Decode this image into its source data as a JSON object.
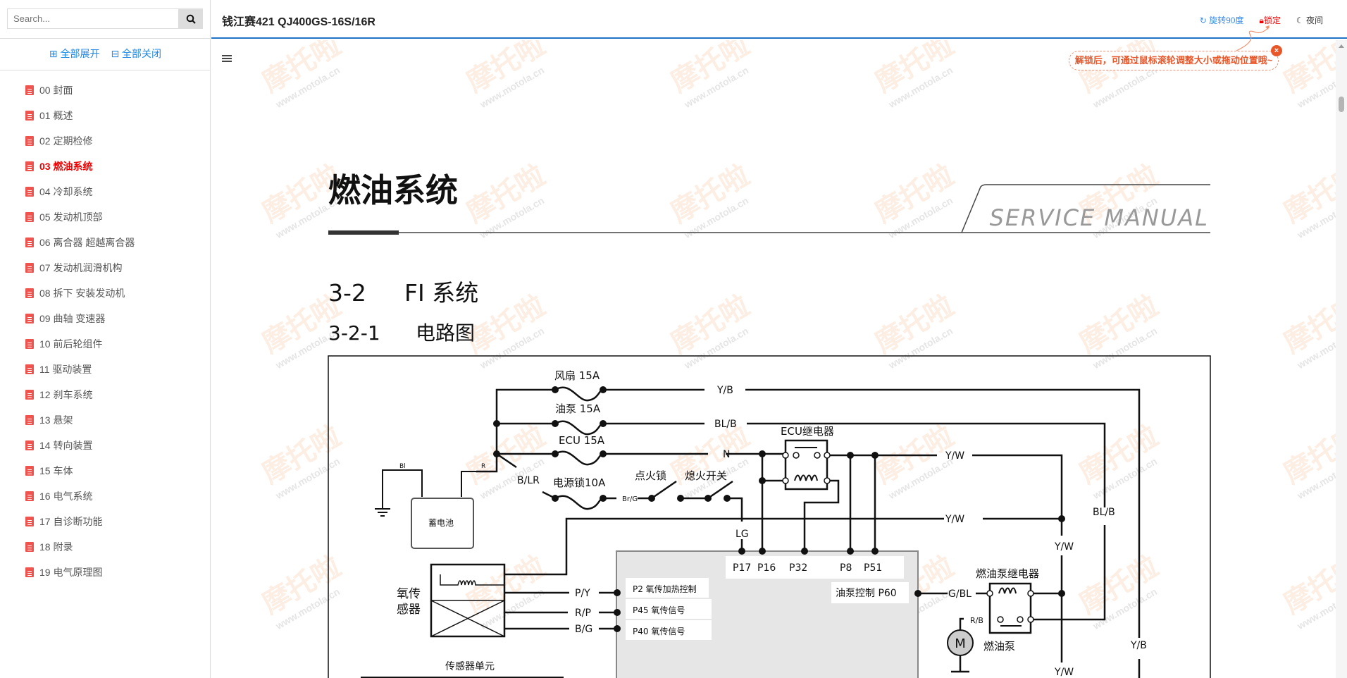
{
  "sidebar": {
    "search_placeholder": "Search...",
    "expand_all": "⊞ 全部展开",
    "collapse_all": "⊟ 全部关闭",
    "items": [
      {
        "label": "00 封面"
      },
      {
        "label": "01 概述"
      },
      {
        "label": "02 定期检修"
      },
      {
        "label": "03 燃油系统",
        "active": true
      },
      {
        "label": "04 冷却系统"
      },
      {
        "label": "05 发动机顶部"
      },
      {
        "label": "06 离合器 超越离合器"
      },
      {
        "label": "07 发动机润滑机构"
      },
      {
        "label": "08 拆下 安装发动机"
      },
      {
        "label": "09 曲轴 变速器"
      },
      {
        "label": "10 前后轮组件"
      },
      {
        "label": "11 驱动装置"
      },
      {
        "label": "12 刹车系统"
      },
      {
        "label": "13 悬架"
      },
      {
        "label": "14 转向装置"
      },
      {
        "label": "15 车体"
      },
      {
        "label": "16 电气系统"
      },
      {
        "label": "17 自诊断功能"
      },
      {
        "label": "18 附录"
      },
      {
        "label": "19 电气原理图"
      }
    ]
  },
  "header": {
    "title": "钱江赛421 QJ400GS-16S/16R",
    "rotate": "旋转90度",
    "lock": "锁定",
    "night": "夜间",
    "tip": "解锁后，可通过鼠标滚轮调整大小或拖动位置哦~"
  },
  "colors": {
    "accent": "#1e73c8",
    "active": "#ee0000",
    "tip": "#e8572a"
  },
  "watermark": {
    "logo": "摩托啦",
    "url": "www.motola.cn"
  },
  "page": {
    "chapter_title": "燃油系统",
    "brand_banner": "SERVICE MANUAL",
    "section": "3-2",
    "section_title": "FI 系统",
    "subsection": "3-2-1",
    "subsection_title": "电路图"
  },
  "diagram": {
    "fuse_fan": "风扇  15A",
    "fuse_pump": "油泵  15A",
    "fuse_ecu": "ECU 15A",
    "fuse_main": "电源锁10A",
    "w_yb": "Y/B",
    "w_blb": "BL/B",
    "w_n": "N",
    "w_bl": "Bl",
    "w_r": "R",
    "w_blr": "B/LR",
    "w_brg": "Br/G",
    "w_lg": "LG",
    "w_yw": "Y/W",
    "w_py": "P/Y",
    "w_rp": "R/P",
    "w_bg": "B/G",
    "w_gbl": "G/BL",
    "w_rb": "R/B",
    "ignition": "点火锁",
    "kill_switch": "熄火开关",
    "battery": "蓄电池",
    "ecu_relay": "ECU继电器",
    "o2_sensor_1": "氧传",
    "o2_sensor_2": "感器",
    "sensor_unit": "传感器单元",
    "p17": "P17",
    "p16": "P16",
    "p32": "P32",
    "p8": "P8",
    "p51": "P51",
    "p2": "P2  氧传加热控制",
    "p45": "P45   氧传信号",
    "p40": "P40   氧传信号",
    "p60": "油泵控制  P60",
    "pump_relay": "燃油泵继电器",
    "pump": "燃油泵",
    "motor": "M"
  }
}
